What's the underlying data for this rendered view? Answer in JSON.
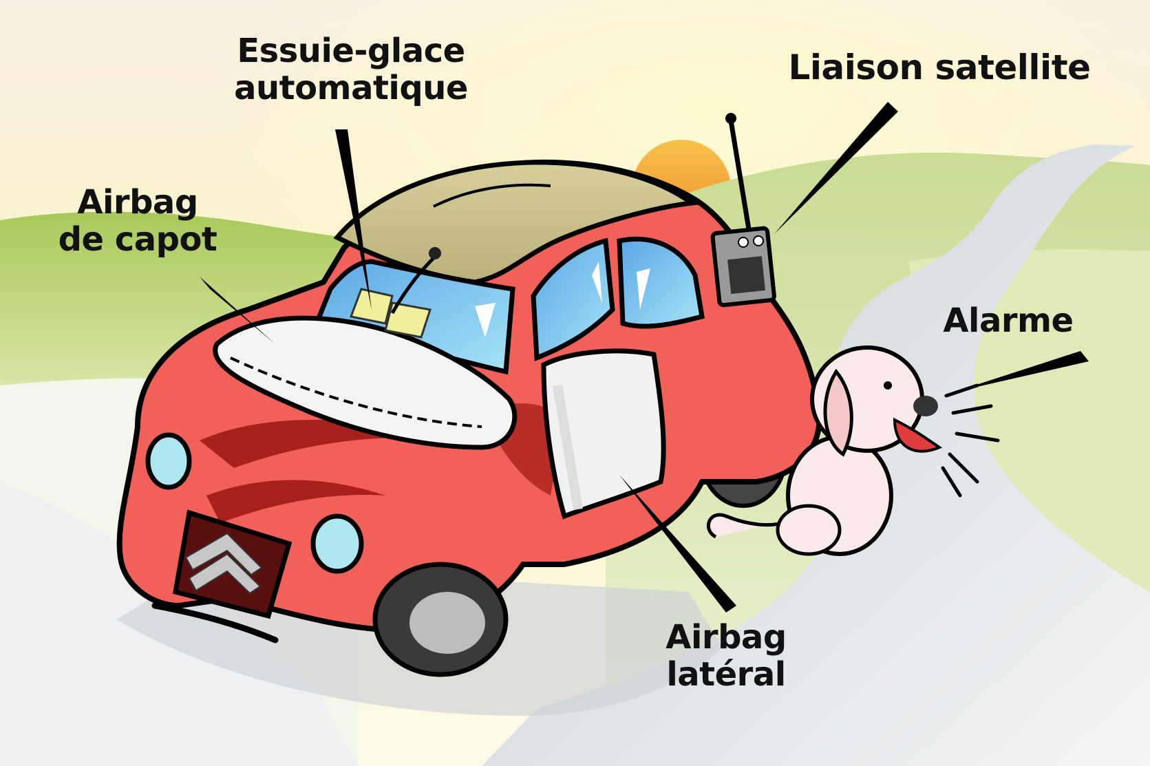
{
  "labels": {
    "wiper": {
      "line1": "Essuie-glace",
      "line2": "automatique"
    },
    "satellite": {
      "line1": "Liaison satellite"
    },
    "hood_airbag": {
      "line1": "Airbag",
      "line2": "de capot"
    },
    "alarm": {
      "line1": "Alarme"
    },
    "side_airbag": {
      "line1": "Airbag",
      "line2": "latéral"
    }
  },
  "colors": {
    "car_body": "#f2605a",
    "car_dark": "#a8201c",
    "roof": "#c9c08a",
    "sky_top": "#fbf3c8",
    "hill_green": "#a9c95a",
    "road": "#dfe3e6",
    "sun": "#f6a533",
    "glass": "#7fc8ee",
    "pillow": "#f4f4f4"
  }
}
